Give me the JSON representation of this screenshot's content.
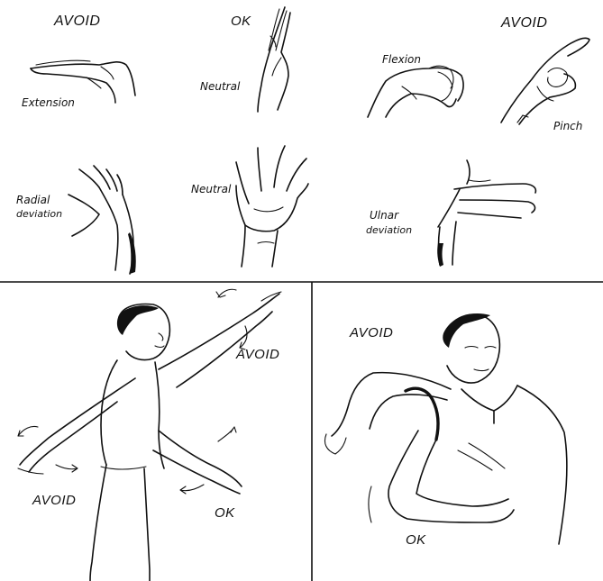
{
  "hand_postures": {
    "row1": {
      "extension": {
        "status": "AVOID",
        "label": "Extension"
      },
      "neutral": {
        "status": "OK",
        "label": "Neutral"
      },
      "flexion": {
        "label": "Flexion"
      },
      "pinch": {
        "status": "AVOID",
        "label": "Pinch"
      }
    },
    "row2": {
      "radial": {
        "label_line1": "Radial",
        "label_line2": "deviation"
      },
      "neutral": {
        "label": "Neutral"
      },
      "ulnar": {
        "label_line1": "Ulnar",
        "label_line2": "deviation"
      }
    }
  },
  "reach_panel": {
    "avoid_top": "AVOID",
    "avoid_left": "AVOID",
    "ok": "OK"
  },
  "shoulder_panel": {
    "avoid": "AVOID",
    "ok": "OK"
  }
}
